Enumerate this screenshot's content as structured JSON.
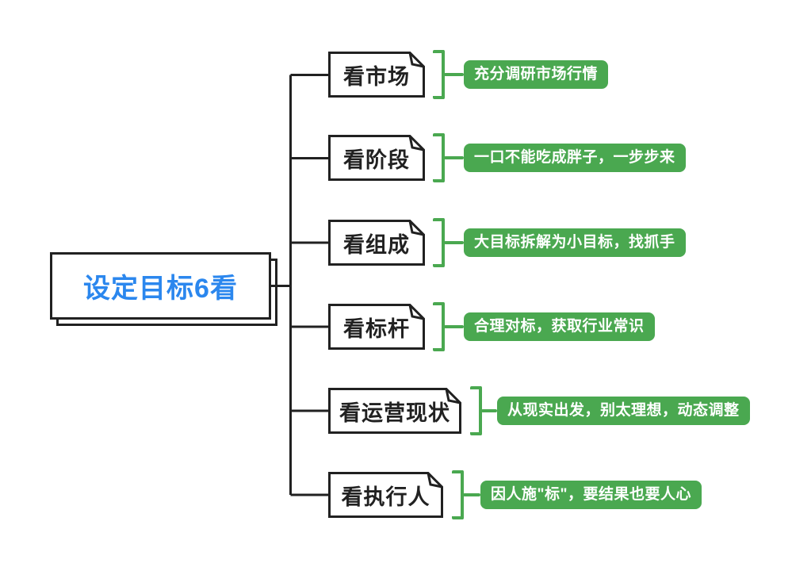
{
  "root": {
    "label": "设定目标6看"
  },
  "branches": [
    {
      "topic": "看市场",
      "note": "充分调研市场行情"
    },
    {
      "topic": "看阶段",
      "note": "一口不能吃成胖子，一步步来"
    },
    {
      "topic": "看组成",
      "note": "大目标拆解为小目标，找抓手"
    },
    {
      "topic": "看标杆",
      "note": "合理对标，获取行业常识"
    },
    {
      "topic": "看运营现状",
      "note": "从现实出发，别太理想，动态调整"
    },
    {
      "topic": "看执行人",
      "note": "因人施\"标\"，要结果也要人心"
    }
  ],
  "colors": {
    "accent_green": "#4AA850",
    "accent_blue": "#2B87EE",
    "line_dark": "#212121"
  }
}
